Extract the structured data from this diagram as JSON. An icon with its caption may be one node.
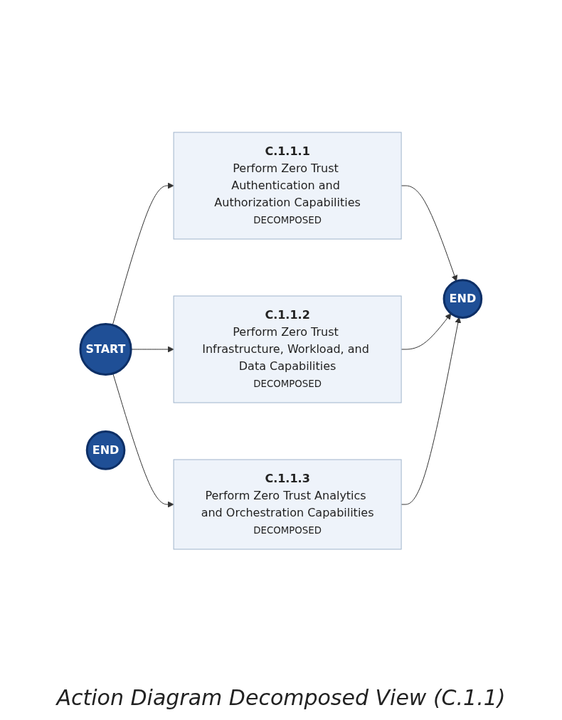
{
  "diagram": {
    "caption": "Action Diagram Decomposed View (C.1.1)",
    "nodes": [
      {
        "text": [
          "C.1.1.1",
          "Perform Zero Trust Authentication and Authorization Capabilities",
          "DECOMPOSED"
        ]
      },
      {
        "text": [
          "END"
        ]
      },
      {
        "text": [
          "START"
        ]
      },
      {
        "text": [
          "C.1.1.2",
          "Perform Zero Trust Infrastructure, Workload, and Data Capabilities",
          "DECOMPOSED"
        ]
      },
      {
        "text": [
          "END"
        ]
      },
      {
        "text": [
          "C.1.1.3",
          "Perform Zero Trust Analytics and Orchestration Capabilities",
          "DECOMPOSED"
        ]
      }
    ],
    "edges": [
      {
        "from": 2,
        "to": 0,
        "arrow": "to"
      },
      {
        "from": 2,
        "to": 3,
        "arrow": "to"
      },
      {
        "from": 2,
        "to": 5,
        "arrow": "to"
      },
      {
        "from": 0,
        "to": 4,
        "arrow": "to"
      },
      {
        "from": 3,
        "to": 4,
        "arrow": "to"
      },
      {
        "from": 5,
        "to": 4,
        "arrow": "to"
      }
    ]
  }
}
